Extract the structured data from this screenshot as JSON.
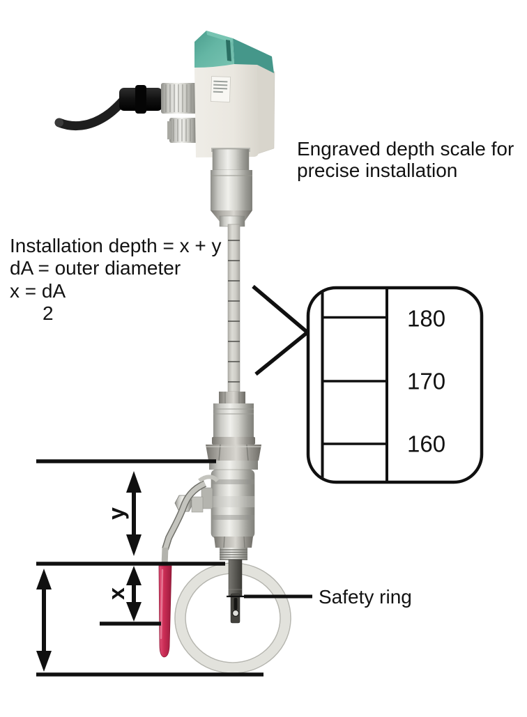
{
  "diagram": {
    "engraved_note": {
      "line1": "Engraved depth scale for",
      "line2": "precise installation"
    },
    "formula": {
      "line1": "Installation depth = x + y",
      "line2": "dA = outer diameter",
      "line3": "x = dA",
      "denominator": "2"
    },
    "safety_ring_label": "Safety ring",
    "dimension_labels": {
      "upper": "y",
      "lower": "x"
    }
  },
  "depth_scale": {
    "values": [
      "180",
      "170",
      "160"
    ]
  },
  "colors": {
    "ink": "#121212",
    "cap_green": "#5fb3a1",
    "body_cream": "#ecebe4",
    "metal_silver": "#c6c6c0",
    "probe_grey": "#cfcec8",
    "handle_red": "#c62a52",
    "ring_grey": "#e2e2dc",
    "cable_black": "#1e1e1e"
  }
}
